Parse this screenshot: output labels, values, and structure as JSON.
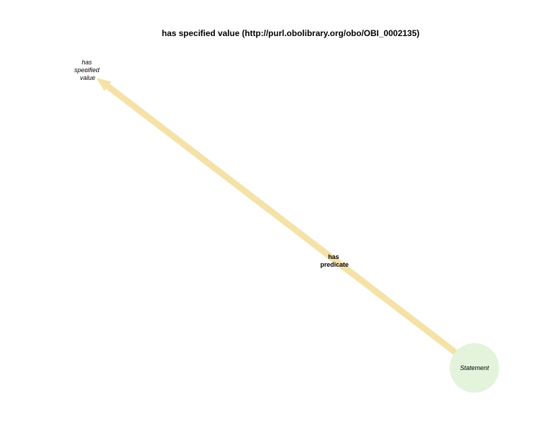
{
  "graph": {
    "title": "has specified value (http://purl.obolibrary.org/obo/OBI_0002135)",
    "colors": {
      "edge": "#f5e2a8",
      "statement_node": "#e3f3dc",
      "target_node": "#f5b8b8"
    },
    "nodes": [
      {
        "id": "has-specified-value",
        "label_lines": [
          "has",
          "specified",
          "value"
        ]
      },
      {
        "id": "statement",
        "label_lines": [
          "Statement"
        ]
      }
    ],
    "edges": [
      {
        "from": "statement",
        "to": "has-specified-value",
        "label_lines": [
          "has",
          "predicate"
        ]
      }
    ]
  }
}
